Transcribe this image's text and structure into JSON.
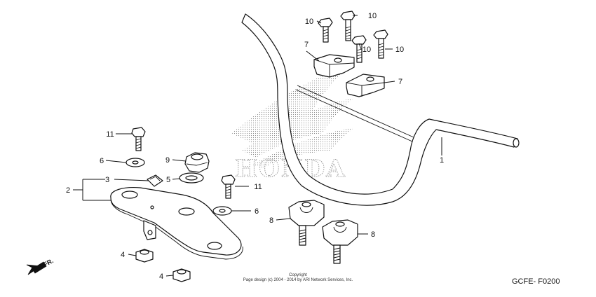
{
  "watermark": {
    "brand": "HONDA"
  },
  "direction_marker": {
    "label": "FR."
  },
  "callouts": {
    "c1": "1",
    "c2": "2",
    "c3": "3",
    "c4a": "4",
    "c4b": "4",
    "c5": "5",
    "c6a": "6",
    "c6b": "6",
    "c7a": "7",
    "c7b": "7",
    "c8a": "8",
    "c8b": "8",
    "c9": "9",
    "c10a": "10",
    "c10b": "10",
    "c10c": "10",
    "c10d": "10",
    "c11a": "11",
    "c11b": "11"
  },
  "footer": {
    "copyright_line1": "Copyright",
    "copyright_line2": "Page design (c) 2004 - 2014 by ARI Network Services, Inc.",
    "diagram_code": "GCFE- F0200"
  }
}
